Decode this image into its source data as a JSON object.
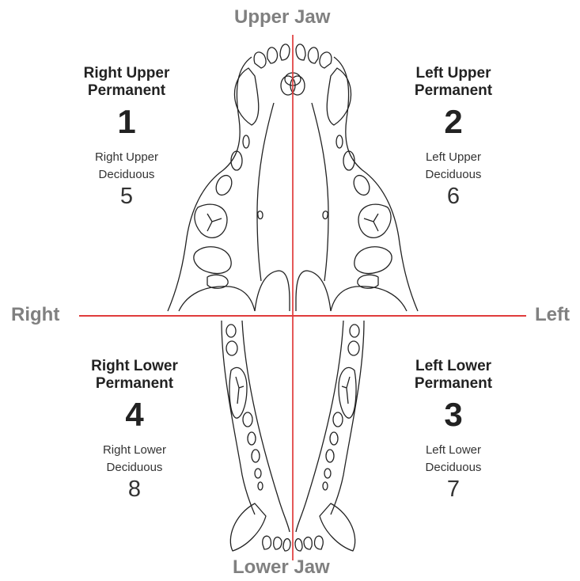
{
  "labels": {
    "upper_jaw": "Upper Jaw",
    "lower_jaw": "Lower Jaw",
    "right": "Right",
    "left": "Left"
  },
  "quadrants": {
    "q1": {
      "perm_line1": "Right Upper",
      "perm_line2": "Permanent",
      "perm_number": "1",
      "dec_line1": "Right Upper",
      "dec_line2": "Deciduous",
      "dec_number": "5"
    },
    "q2": {
      "perm_line1": "Left Upper",
      "perm_line2": "Permanent",
      "perm_number": "2",
      "dec_line1": "Left Upper",
      "dec_line2": "Deciduous",
      "dec_number": "6"
    },
    "q4": {
      "perm_line1": "Right Lower",
      "perm_line2": "Permanent",
      "perm_number": "4",
      "dec_line1": "Right Lower",
      "dec_line2": "Deciduous",
      "dec_number": "8"
    },
    "q3": {
      "perm_line1": "Left Lower",
      "perm_line2": "Permanent",
      "perm_number": "3",
      "dec_line1": "Left Lower",
      "dec_line2": "Deciduous",
      "dec_number": "7"
    }
  },
  "colors": {
    "axis_line": "#e03c3c",
    "label_gray": "#808080",
    "outline": "#222222"
  }
}
